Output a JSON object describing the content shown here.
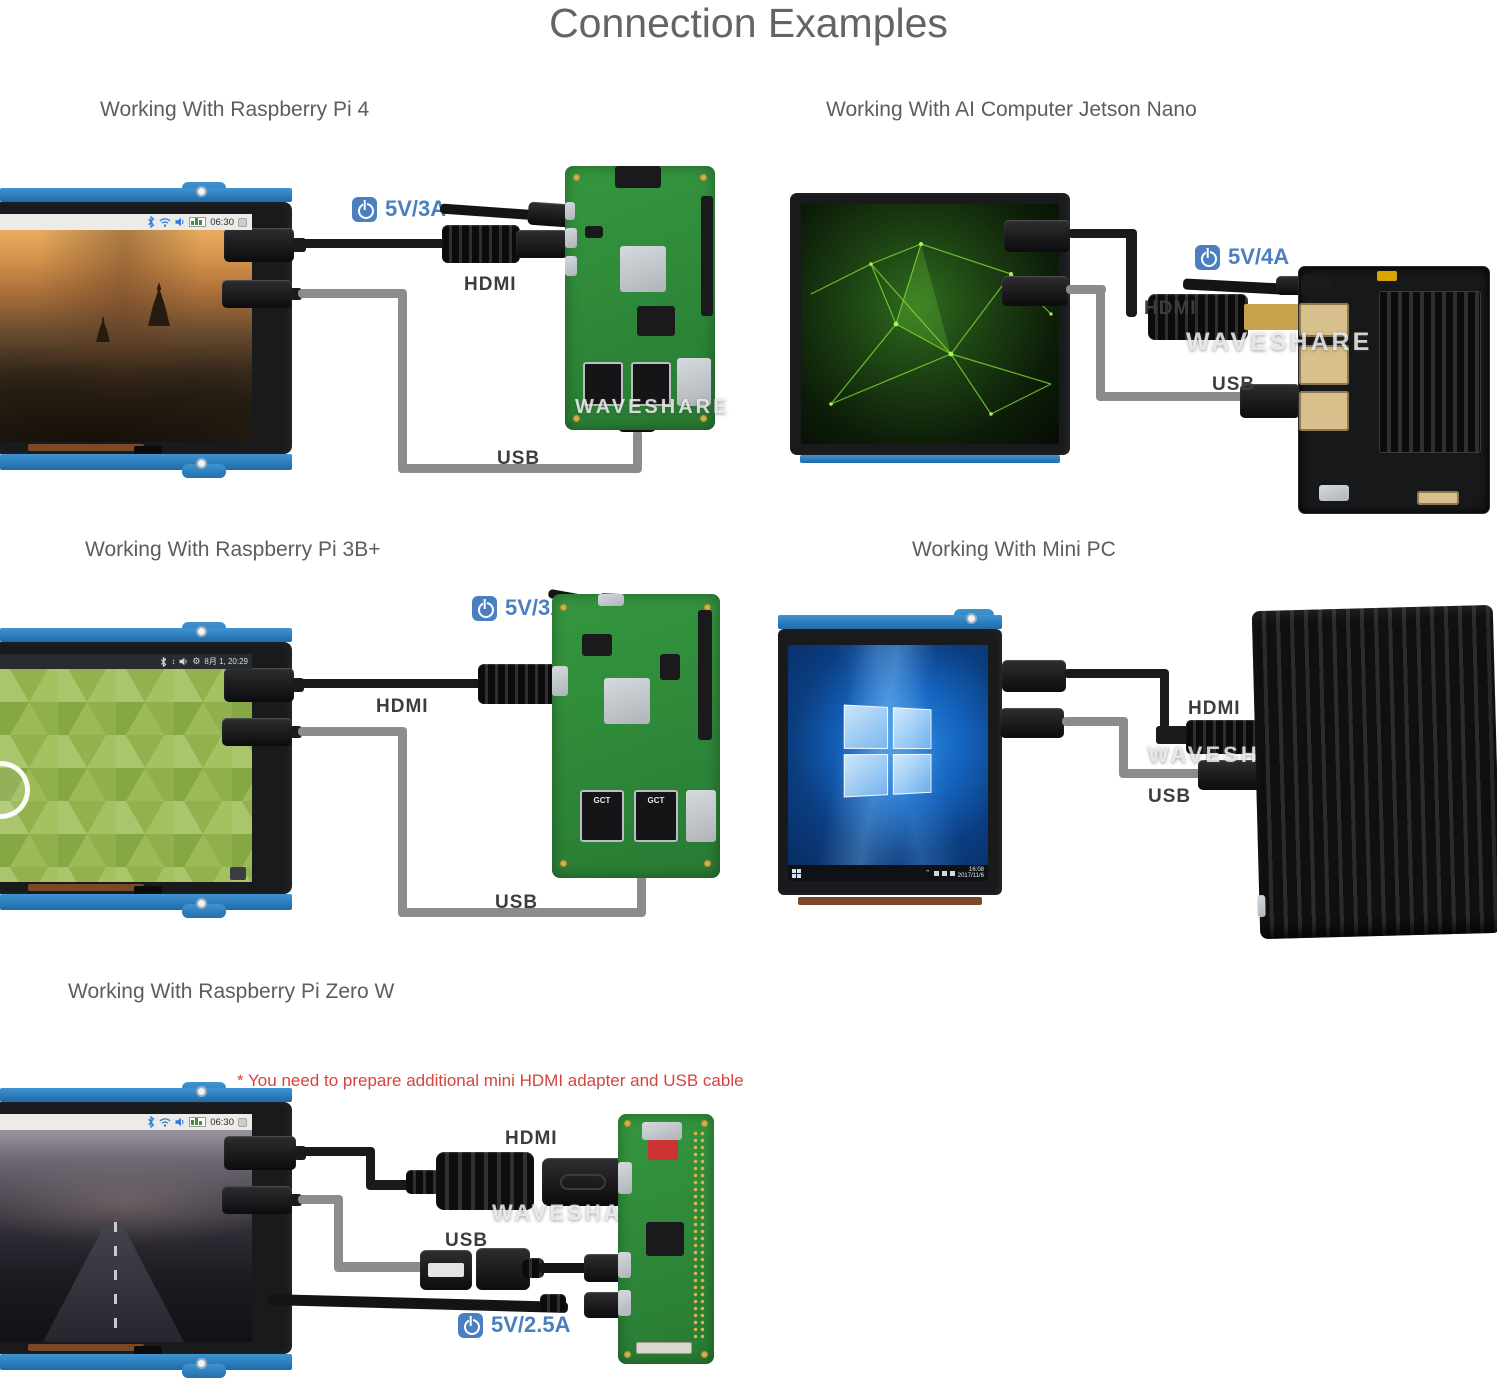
{
  "title": "Connection Examples",
  "watermark": "WAVESHARE",
  "labels": {
    "hdmi": "HDMI",
    "usb": "USB"
  },
  "colors": {
    "accent_blue": "#4b7fc0",
    "heading_gray": "#5d5d5d",
    "label_dark": "#3d3d3d",
    "note_red": "#d5433e",
    "pcb_blue": "#2e7fc1",
    "board_green": "#2f9040",
    "hdmi_cable_black": "#1a1a1a",
    "usb_cable_gray": "#8c8c8c"
  },
  "sections": {
    "pi4": {
      "title": "Working With Raspberry Pi 4",
      "power": "5V/3A",
      "screen_time": "06:30"
    },
    "jetson": {
      "title": "Working With AI Computer Jetson Nano",
      "power": "5V/4A"
    },
    "pi3b": {
      "title": "Working With Raspberry Pi 3B+",
      "power": "5V/3A",
      "statusbar_time": "8月 1, 20:29",
      "usb_port_label": "GCT"
    },
    "minipc": {
      "title": "Working With Mini PC",
      "taskbar_time": "16:08",
      "taskbar_date": "2017/11/6"
    },
    "pizero": {
      "title": "Working With Raspberry Pi Zero W",
      "power": "5V/2.5A",
      "note": "* You need to prepare additional mini HDMI adapter and USB cable",
      "screen_time": "06:30"
    }
  }
}
